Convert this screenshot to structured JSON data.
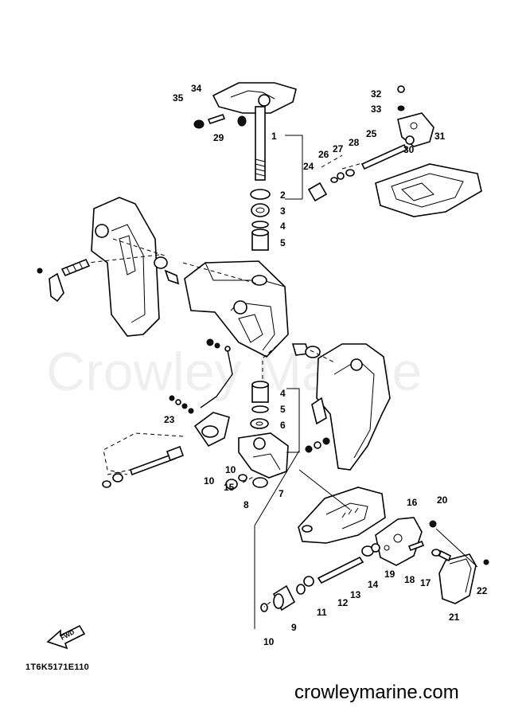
{
  "watermark": "Crowley Marine",
  "diagram_code": "1T6K5171E110",
  "site": "crowleymarine.com",
  "fwd_label": "FWD",
  "callouts": [
    "1",
    "2",
    "3",
    "4",
    "5",
    "4",
    "5",
    "6",
    "7",
    "8",
    "9",
    "10",
    "10",
    "10",
    "11",
    "12",
    "13",
    "14",
    "15",
    "16",
    "17",
    "18",
    "19",
    "20",
    "21",
    "22",
    "23",
    "24",
    "25",
    "26",
    "27",
    "28",
    "29",
    "30",
    "31",
    "32",
    "33",
    "34",
    "35"
  ]
}
